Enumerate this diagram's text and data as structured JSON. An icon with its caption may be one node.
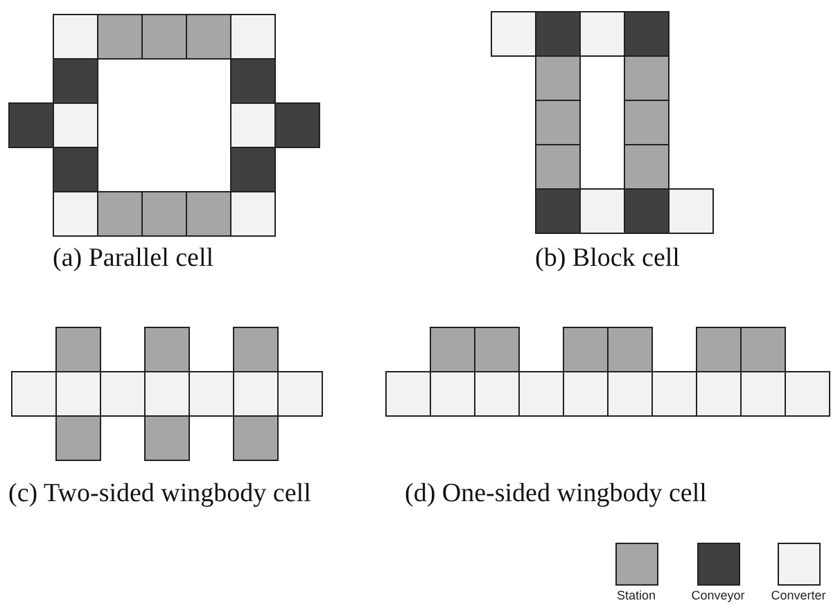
{
  "diagram": {
    "labels": [
      "(a) Parallel cell",
      "(b) Block cell",
      "(c) Two-sided wingbody cell",
      "(d) One-sided wingbody cell"
    ],
    "legend": [
      {
        "text": "Station",
        "color": "#a6a6a6"
      },
      {
        "text": "Conveyor",
        "color": "#404040"
      },
      {
        "text": "Converter",
        "color": "#f2f2f2"
      }
    ]
  }
}
